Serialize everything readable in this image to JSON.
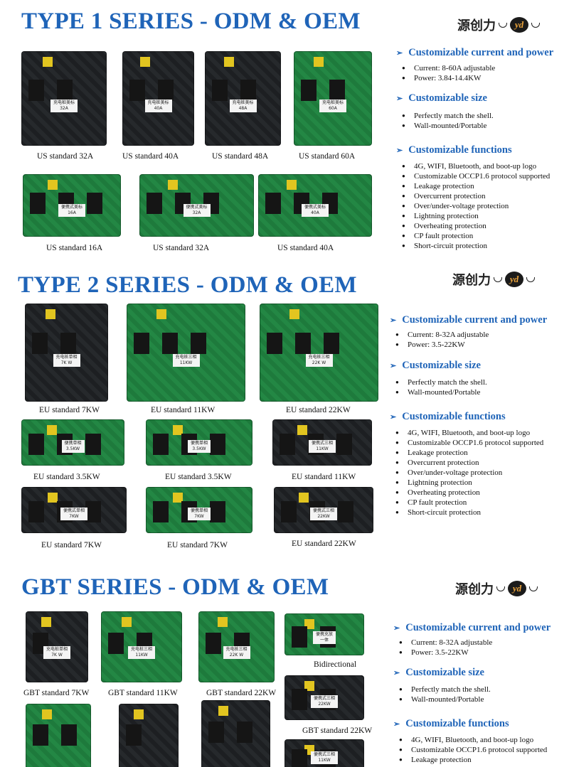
{
  "logo": {
    "text": "源创力",
    "mark": "yd"
  },
  "colors": {
    "title": "#1f64b8",
    "pcb_green": "#1e7a3c",
    "pcb_dark": "#1d1f22"
  },
  "type1": {
    "title": "TYPE 1 SERIES - ODM & OEM",
    "boards": [
      {
        "caption": "US standard 32A",
        "tag": "充电桩美标\n32A"
      },
      {
        "caption": "US standard 40A",
        "tag": "充电桩美标\n40A"
      },
      {
        "caption": "US standard 48A",
        "tag": "充电桩美标\n48A"
      },
      {
        "caption": "US standard 60A",
        "tag": "充电桩美标\n60A"
      },
      {
        "caption": "US standard 16A",
        "tag": "便携式美标\n16A"
      },
      {
        "caption": "US standard 32A",
        "tag": "便携式美标\n32A"
      },
      {
        "caption": "US standard 40A",
        "tag": "便携式美标\n40A"
      }
    ],
    "features": [
      {
        "heading": "Customizable current and power",
        "items": [
          "Current: 8-60A adjustable",
          "Power: 3.84-14.4KW"
        ]
      },
      {
        "heading": "Customizable size",
        "items": [
          "Perfectly match the shell.",
          "Wall-mounted/Portable"
        ]
      },
      {
        "heading": "Customizable functions",
        "items": [
          "4G, WIFI, Bluetooth, and boot-up logo",
          "Customizable OCCP1.6 protocol supported",
          "Leakage protection",
          "Overcurrent protection",
          "Over/under-voltage protection",
          "Lightning protection",
          "Overheating protection",
          "CP fault protection",
          "Short-circuit protection"
        ]
      }
    ]
  },
  "type2": {
    "title": "TYPE 2 SERIES - ODM & OEM",
    "boards": [
      {
        "caption": "EU standard 7KW",
        "tag": "充电桩单相\n7K W"
      },
      {
        "caption": "EU standard 11KW",
        "tag": "充电桩三相\n11KW"
      },
      {
        "caption": "EU standard 22KW",
        "tag": "充电桩三相\n22K W"
      },
      {
        "caption": "EU standard 3.5KW",
        "tag": "便携单相\n3.5KW"
      },
      {
        "caption": "EU standard 3.5KW",
        "tag": "便携单相\n3.5KW"
      },
      {
        "caption": "EU standard 11KW",
        "tag": "便携式三相\n11KW"
      },
      {
        "caption": "EU standard 7KW",
        "tag": "便携式单相\n7KW"
      },
      {
        "caption": "EU standard 7KW",
        "tag": "便携单相\n7KW"
      },
      {
        "caption": "EU standard 22KW",
        "tag": "便携式三相\n22KW"
      }
    ],
    "features": [
      {
        "heading": "Customizable current and power",
        "items": [
          "Current: 8-32A adjustable",
          "Power: 3.5-22KW"
        ]
      },
      {
        "heading": "Customizable size",
        "items": [
          "Perfectly match the shell.",
          "Wall-mounted/Portable"
        ]
      },
      {
        "heading": "Customizable functions",
        "items": [
          "4G, WIFI, Bluetooth, and boot-up logo",
          "Customizable OCCP1.6 protocol supported",
          "Leakage protection",
          "Overcurrent protection",
          "Over/under-voltage protection",
          "Lightning protection",
          "Overheating protection",
          "CP fault protection",
          "Short-circuit protection"
        ]
      }
    ]
  },
  "gbt": {
    "title": "GBT SERIES - ODM & OEM",
    "boards": [
      {
        "caption": "GBT standard 7KW",
        "tag": "充电桩单相\n7K W"
      },
      {
        "caption": "GBT standard 11KW",
        "tag": "充电桩三相\n11KW"
      },
      {
        "caption": "GBT standard 22KW",
        "tag": "充电桩三相\n22K W"
      },
      {
        "caption": "Bidirectional",
        "tag": "便携充放\n一体"
      },
      {
        "caption": "GBT standard 22KW",
        "tag": "便携式三相\n22KW"
      },
      {
        "caption": "",
        "tag": "便携式三相\n11KW"
      },
      {
        "caption": "",
        "tag": ""
      },
      {
        "caption": "",
        "tag": ""
      },
      {
        "caption": "",
        "tag": ""
      }
    ],
    "features": [
      {
        "heading": "Customizable current and power",
        "items": [
          "Current: 8-32A adjustable",
          "Power: 3.5-22KW"
        ]
      },
      {
        "heading": "Customizable size",
        "items": [
          "Perfectly match the shell.",
          "Wall-mounted/Portable"
        ]
      },
      {
        "heading": "Customizable functions",
        "items": [
          "4G, WIFI, Bluetooth, and boot-up logo",
          "Customizable OCCP1.6 protocol supported",
          "Leakage protection"
        ]
      }
    ]
  }
}
